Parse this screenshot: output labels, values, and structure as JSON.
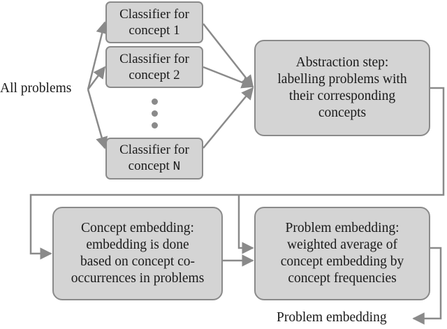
{
  "input_label": "All problems",
  "output_label": "Problem embedding",
  "classifiers": [
    {
      "line1": "Classifier for",
      "line2": "concept 1"
    },
    {
      "line1": "Classifier for",
      "line2": "concept 2"
    },
    {
      "line1": "Classifier for",
      "line2": "concept N"
    }
  ],
  "abstraction": {
    "line1": "Abstraction step:",
    "line2": "labelling problems with",
    "line3": "their corresponding",
    "line4": "concepts"
  },
  "concept_embedding": {
    "line1": "Concept embedding:",
    "line2": "embedding is done",
    "line3": "based on concept co-",
    "line4": "occurrences in problems"
  },
  "problem_embedding": {
    "line1": "Problem embedding:",
    "line2": "weighted average of",
    "line3": "concept embedding by",
    "line4": "concept frequencies"
  },
  "colors": {
    "box_fill": "#d4d4d4",
    "line": "#8a8a8a"
  }
}
